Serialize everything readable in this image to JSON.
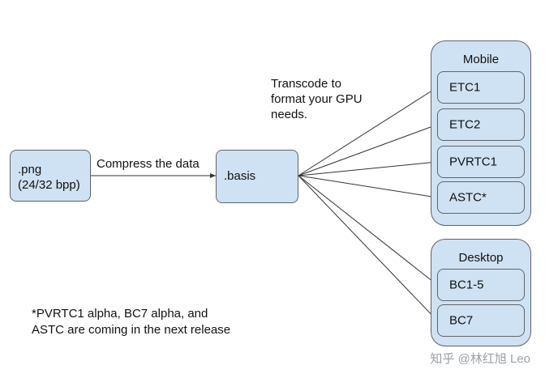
{
  "source": {
    "line1": ".png",
    "line2": "(24/32 bpp)"
  },
  "compress_label": "Compress the data",
  "basis_label": ".basis",
  "transcode_note": [
    "Transcode to",
    "format your GPU",
    "needs."
  ],
  "mobile": {
    "title": "Mobile",
    "formats": [
      "ETC1",
      "ETC2",
      "PVRTC1",
      "ASTC*"
    ]
  },
  "desktop": {
    "title": "Desktop",
    "formats": [
      "BC1-5",
      "BC7"
    ]
  },
  "footnote": [
    "*PVRTC1 alpha, BC7 alpha, and",
    "ASTC are coming in the next release"
  ],
  "watermark": "知乎 @林红旭 Leo",
  "colors": {
    "box_fill": "#cfe2f3",
    "box_border": "#5f6368",
    "line": "#333333"
  }
}
